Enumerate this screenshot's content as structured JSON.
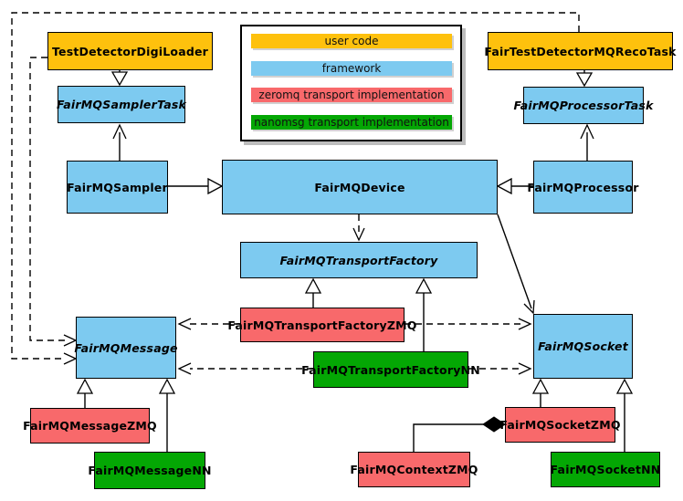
{
  "title": "FairMQ class diagram",
  "colors": {
    "user": "#FEC10D",
    "framework": "#7DCAF0",
    "zeromq": "#F8696B",
    "nanomsg": "#04A704"
  },
  "legend": {
    "items": [
      {
        "key": "user",
        "label": "user code"
      },
      {
        "key": "framework",
        "label": "framework"
      },
      {
        "key": "zeromq",
        "label": "zeromq transport implementation"
      },
      {
        "key": "nanomsg",
        "label": "nanomsg transport implementation"
      }
    ]
  },
  "nodes": {
    "testDetectorDigiLoader": {
      "label": "TestDetectorDigiLoader",
      "kind": "user"
    },
    "fairTestDetectorMQRecoTask": {
      "label": "FairTestDetectorMQRecoTask",
      "kind": "user"
    },
    "fairMQSamplerTask": {
      "label": "FairMQSamplerTask",
      "kind": "framework"
    },
    "fairMQProcessorTask": {
      "label": "FairMQProcessorTask",
      "kind": "framework"
    },
    "fairMQSampler": {
      "label": "FairMQSampler",
      "kind": "framework"
    },
    "fairMQDevice": {
      "label": "FairMQDevice",
      "kind": "framework"
    },
    "fairMQProcessor": {
      "label": "FairMQProcessor",
      "kind": "framework"
    },
    "fairMQTransportFactory": {
      "label": "FairMQTransportFactory",
      "kind": "framework"
    },
    "fairMQTransportFactoryZMQ": {
      "label": "FairMQTransportFactoryZMQ",
      "kind": "zeromq"
    },
    "fairMQTransportFactoryNN": {
      "label": "FairMQTransportFactoryNN",
      "kind": "nanomsg"
    },
    "fairMQMessage": {
      "label": "FairMQMessage",
      "kind": "framework"
    },
    "fairMQSocket": {
      "label": "FairMQSocket",
      "kind": "framework"
    },
    "fairMQMessageZMQ": {
      "label": "FairMQMessageZMQ",
      "kind": "zeromq"
    },
    "fairMQMessageNN": {
      "label": "FairMQMessageNN",
      "kind": "nanomsg"
    },
    "fairMQContextZMQ": {
      "label": "FairMQContextZMQ",
      "kind": "zeromq"
    },
    "fairMQSocketZMQ": {
      "label": "FairMQSocketZMQ",
      "kind": "zeromq"
    },
    "fairMQSocketNN": {
      "label": "FairMQSocketNN",
      "kind": "nanomsg"
    }
  },
  "edges": [
    {
      "from": "testDetectorDigiLoader",
      "to": "fairMQSamplerTask",
      "type": "solid-hollow-triangle"
    },
    {
      "from": "fairTestDetectorMQRecoTask",
      "to": "fairMQProcessorTask",
      "type": "solid-hollow-triangle"
    },
    {
      "from": "fairMQSampler",
      "to": "fairMQSamplerTask",
      "type": "solid-open-arrow"
    },
    {
      "from": "fairMQProcessor",
      "to": "fairMQProcessorTask",
      "type": "solid-open-arrow"
    },
    {
      "from": "fairMQSampler",
      "to": "fairMQDevice",
      "type": "solid-hollow-triangle"
    },
    {
      "from": "fairMQProcessor",
      "to": "fairMQDevice",
      "type": "solid-hollow-triangle"
    },
    {
      "from": "fairMQDevice",
      "to": "fairMQTransportFactory",
      "type": "dashed-open-arrow"
    },
    {
      "from": "fairMQDevice",
      "to": "fairMQSocket",
      "type": "solid-open-arrow"
    },
    {
      "from": "fairMQTransportFactoryZMQ",
      "to": "fairMQTransportFactory",
      "type": "solid-hollow-triangle"
    },
    {
      "from": "fairMQTransportFactoryNN",
      "to": "fairMQTransportFactory",
      "type": "solid-hollow-triangle"
    },
    {
      "from": "fairMQTransportFactoryZMQ",
      "to": "fairMQMessage",
      "type": "dashed-open-arrow"
    },
    {
      "from": "fairMQTransportFactoryZMQ",
      "to": "fairMQSocket",
      "type": "dashed-open-arrow"
    },
    {
      "from": "fairMQTransportFactoryNN",
      "to": "fairMQMessage",
      "type": "dashed-open-arrow"
    },
    {
      "from": "fairMQTransportFactoryNN",
      "to": "fairMQSocket",
      "type": "dashed-open-arrow"
    },
    {
      "from": "testDetectorDigiLoader",
      "to": "fairMQMessage",
      "type": "dashed-open-arrow"
    },
    {
      "from": "fairTestDetectorMQRecoTask",
      "to": "fairMQMessage",
      "type": "dashed-open-arrow"
    },
    {
      "from": "fairMQMessageZMQ",
      "to": "fairMQMessage",
      "type": "solid-hollow-triangle"
    },
    {
      "from": "fairMQMessageNN",
      "to": "fairMQMessage",
      "type": "solid-hollow-triangle"
    },
    {
      "from": "fairMQSocketZMQ",
      "to": "fairMQSocket",
      "type": "solid-hollow-triangle"
    },
    {
      "from": "fairMQSocketNN",
      "to": "fairMQSocket",
      "type": "solid-hollow-triangle"
    },
    {
      "from": "fairMQContextZMQ",
      "to": "fairMQSocketZMQ",
      "type": "solid-filled-diamond"
    }
  ]
}
